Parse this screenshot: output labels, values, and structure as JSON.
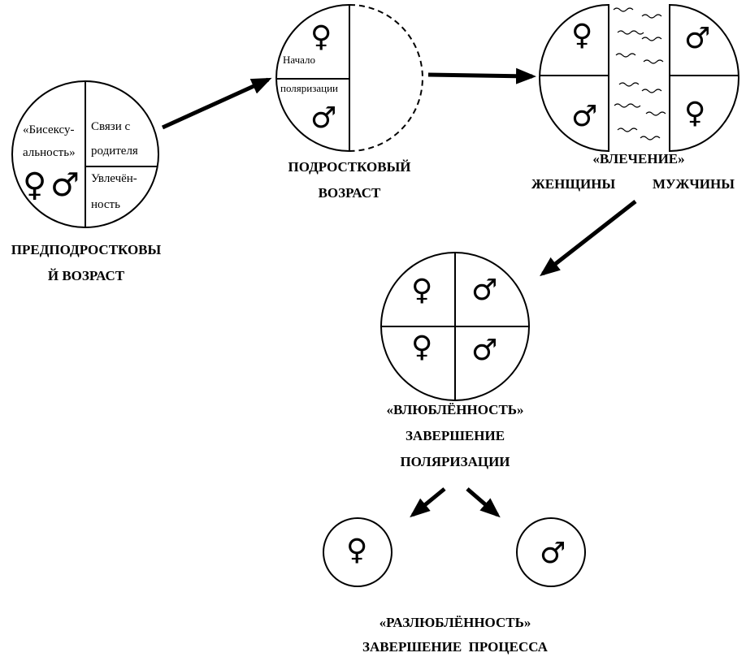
{
  "colors": {
    "ink": "#000000",
    "background": "#ffffff"
  },
  "symbols": {
    "female": "♀",
    "male": "♂"
  },
  "preteen": {
    "left_text": [
      "«Бисексу-",
      "альность»"
    ],
    "right_top_text": [
      "Связи с",
      "родителя"
    ],
    "right_bottom_text": [
      "Увлечён-",
      "ность"
    ],
    "caption": [
      "ПРЕДПОДРОСТКОВЫ",
      "Й ВОЗРАСТ"
    ]
  },
  "teen": {
    "label_top": "Начало",
    "label_bottom": "поляризации",
    "caption": [
      "ПОДРОСТКОВЫЙ",
      "ВОЗРАСТ"
    ]
  },
  "attraction": {
    "caption": "«ВЛЕЧЕНИЕ»",
    "women": "ЖЕНЩИНЫ",
    "men": "МУЖЧИНЫ"
  },
  "love": {
    "caption": [
      "«ВЛЮБЛЁННОСТЬ»",
      "ЗАВЕРШЕНИЕ",
      "ПОЛЯРИЗАЦИИ"
    ]
  },
  "end": {
    "caption": [
      "«РАЗЛЮБЛЁННОСТЬ»",
      "ЗАВЕРШЕНИЕ  ПРОЦЕССА"
    ]
  }
}
